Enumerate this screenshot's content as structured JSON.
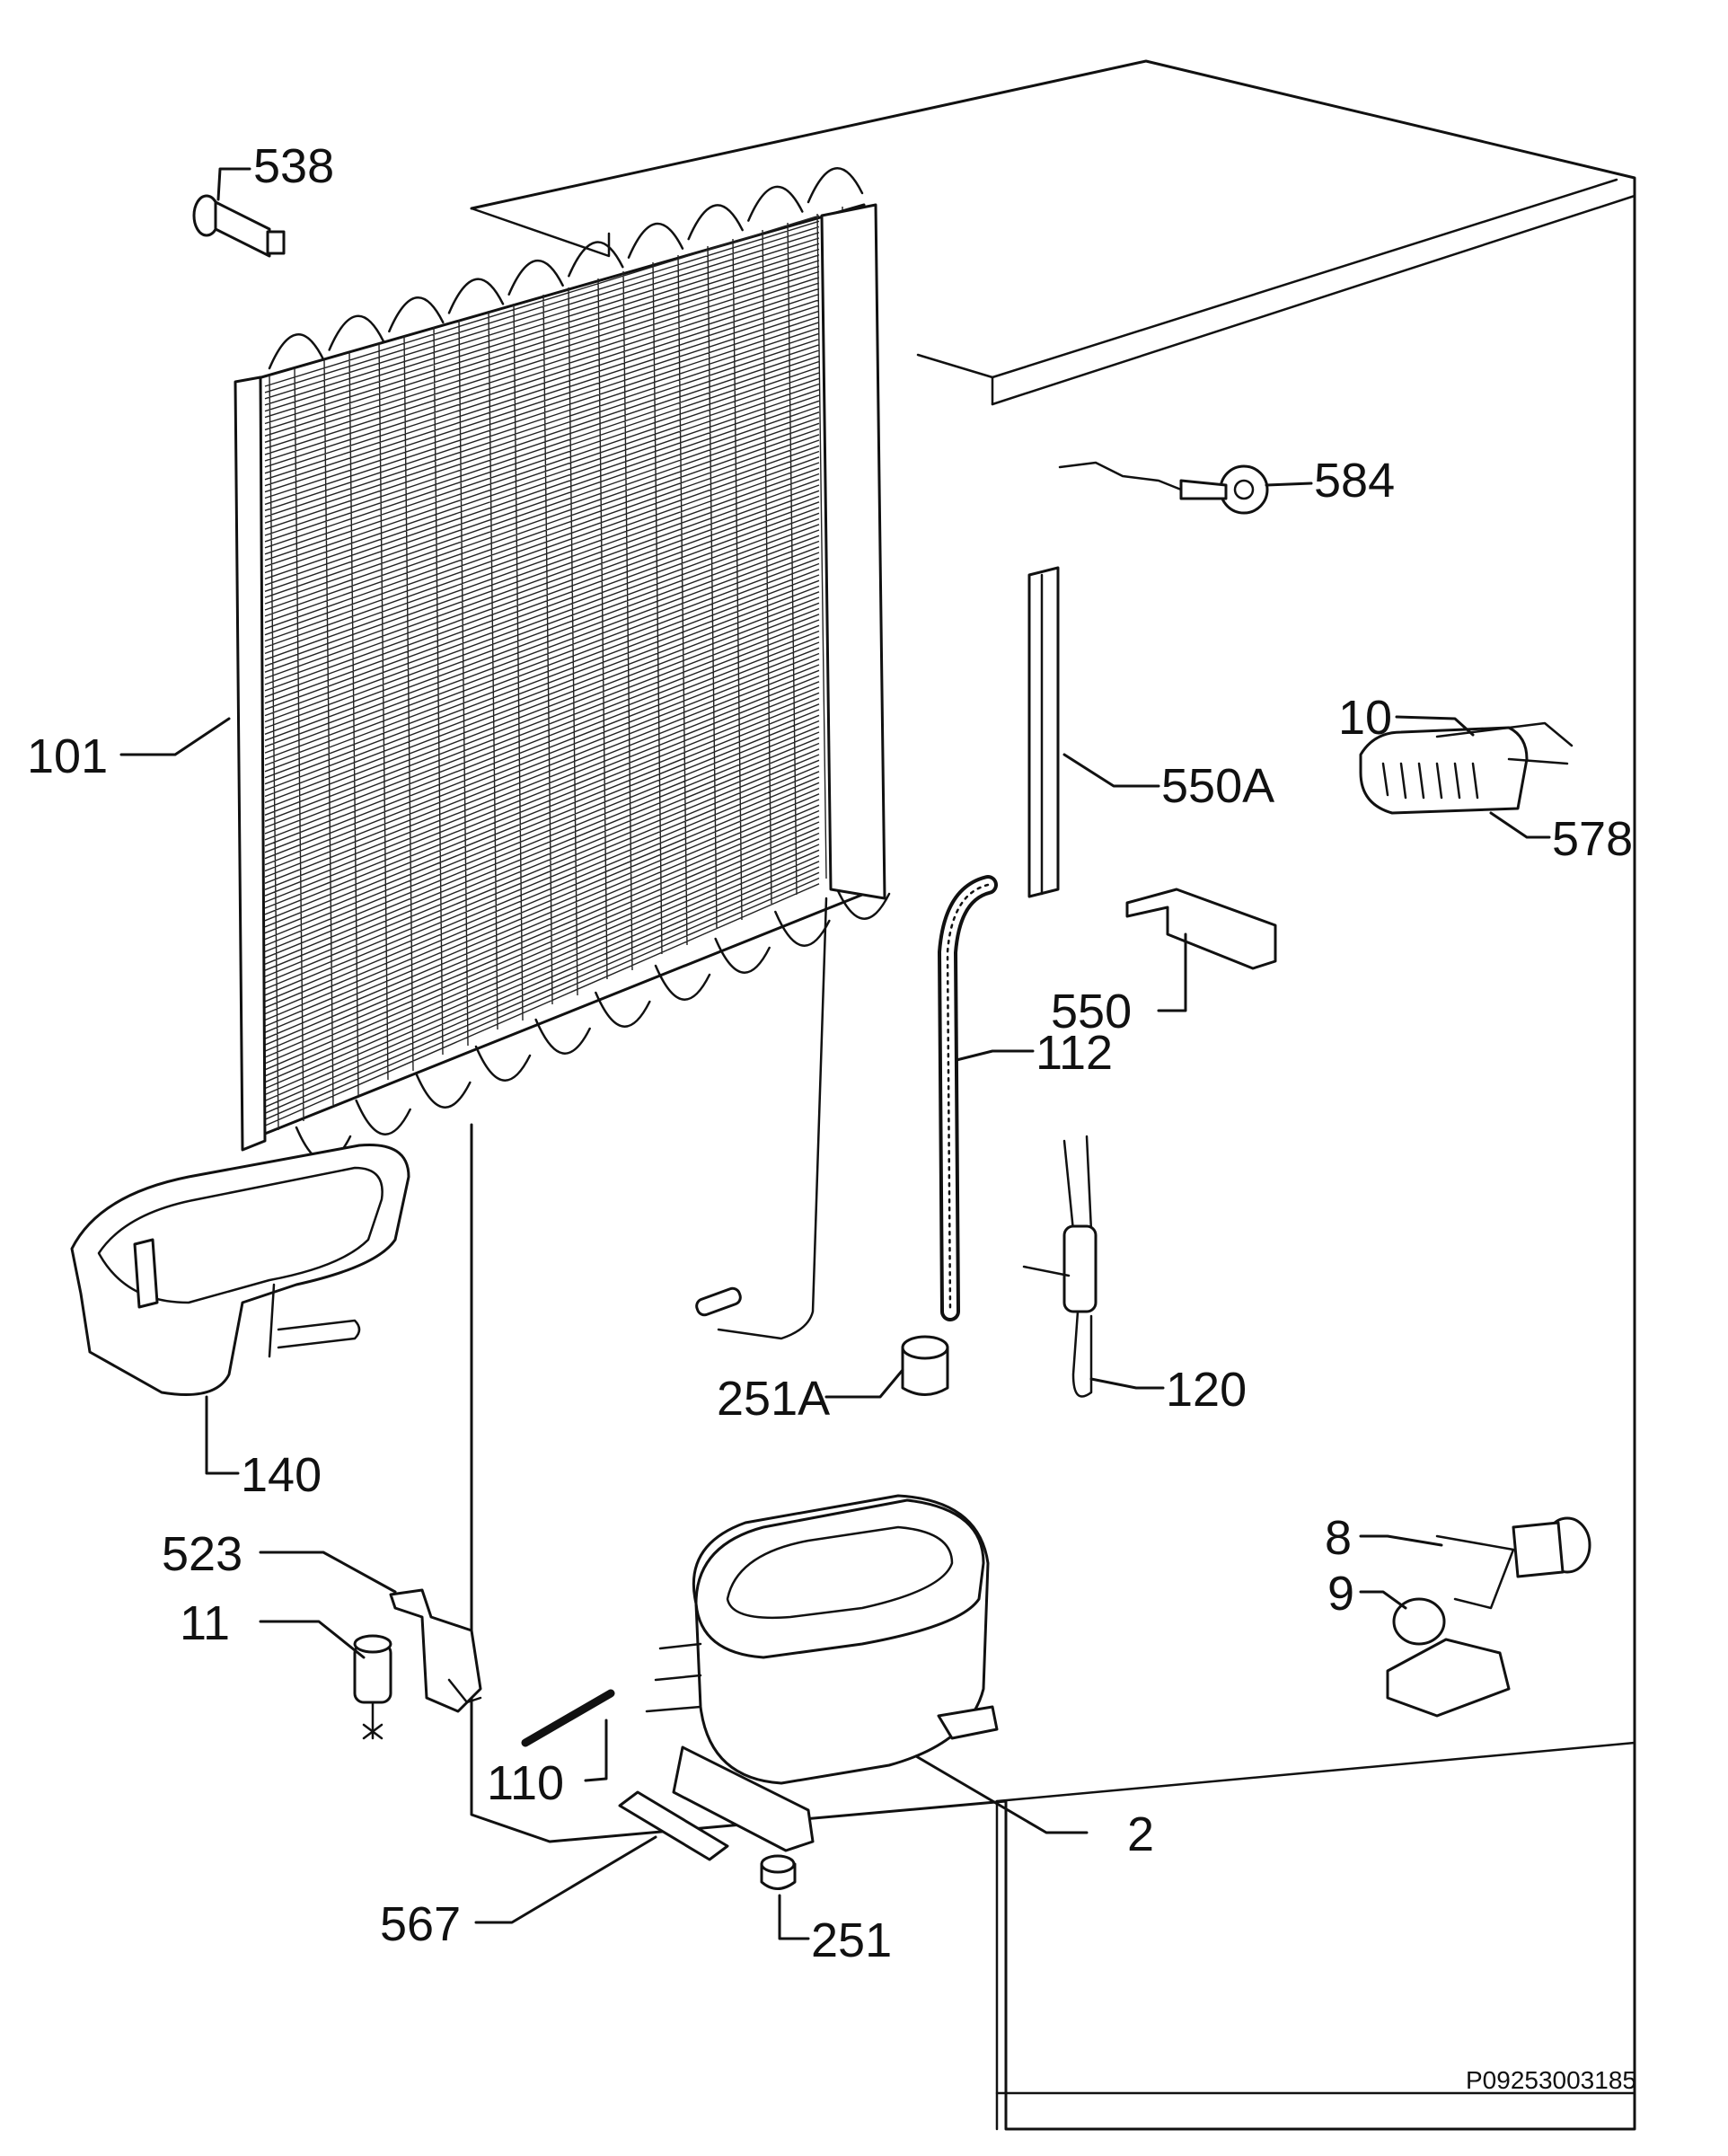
{
  "diagram": {
    "drawing_code": "P09253003185",
    "labels": [
      {
        "id": "538",
        "text": "538"
      },
      {
        "id": "584",
        "text": "584"
      },
      {
        "id": "101",
        "text": "101"
      },
      {
        "id": "10",
        "text": "10"
      },
      {
        "id": "550A",
        "text": "550A"
      },
      {
        "id": "578",
        "text": "578"
      },
      {
        "id": "550",
        "text": "550"
      },
      {
        "id": "112",
        "text": "112"
      },
      {
        "id": "120",
        "text": "120"
      },
      {
        "id": "251A",
        "text": "251A"
      },
      {
        "id": "140",
        "text": "140"
      },
      {
        "id": "523",
        "text": "523"
      },
      {
        "id": "11",
        "text": "11"
      },
      {
        "id": "8",
        "text": "8"
      },
      {
        "id": "9",
        "text": "9"
      },
      {
        "id": "110",
        "text": "110"
      },
      {
        "id": "2",
        "text": "2"
      },
      {
        "id": "567",
        "text": "567"
      },
      {
        "id": "251",
        "text": "251"
      }
    ]
  }
}
